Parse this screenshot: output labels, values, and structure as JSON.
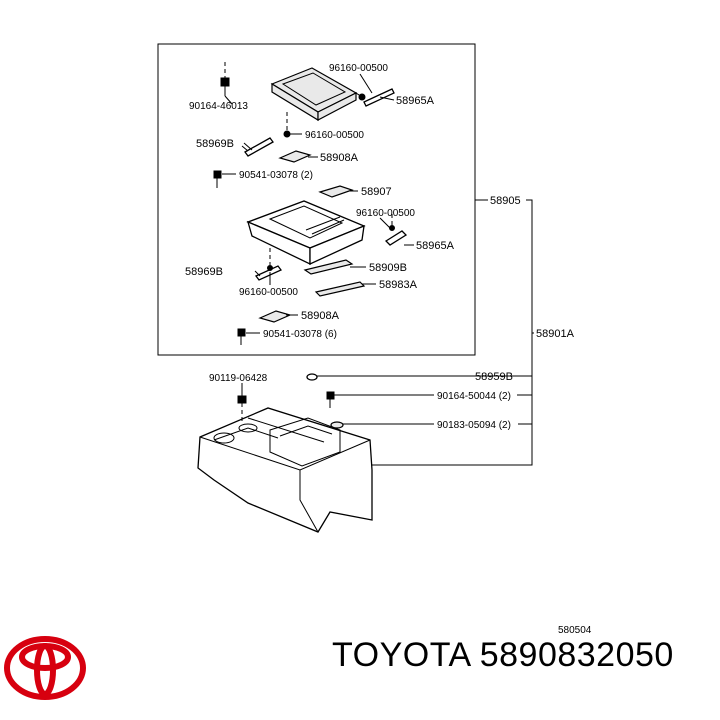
{
  "parts": {
    "p96160_00500_top": "96160-00500",
    "p90164_46013": "90164-46013",
    "p58965A_top": "58965A",
    "p96160_00500_mid": "96160-00500",
    "p58969B_top": "58969B",
    "p58908A_top": "58908A",
    "p90541_03078_2": "90541-03078 (2)",
    "p58907": "58907",
    "p58905": "58905",
    "p96160_00500_r": "96160-00500",
    "p58965A_mid": "58965A",
    "p58969B_low": "58969B",
    "p58909B": "58909B",
    "p96160_00500_low": "96160-00500",
    "p58983A": "58983A",
    "p58908A_low": "58908A",
    "p90541_03078_6": "90541-03078 (6)",
    "p58901A": "58901A",
    "p90119_06428": "90119-06428",
    "p58959B": "58959B",
    "p90164_50044": "90164-50044 (2)",
    "p90183_05094": "90183-05094 (2)",
    "diagram_code": "580504"
  },
  "brand": {
    "title": "TOYOTA 5890832050",
    "logo_color": "#d7000f"
  }
}
